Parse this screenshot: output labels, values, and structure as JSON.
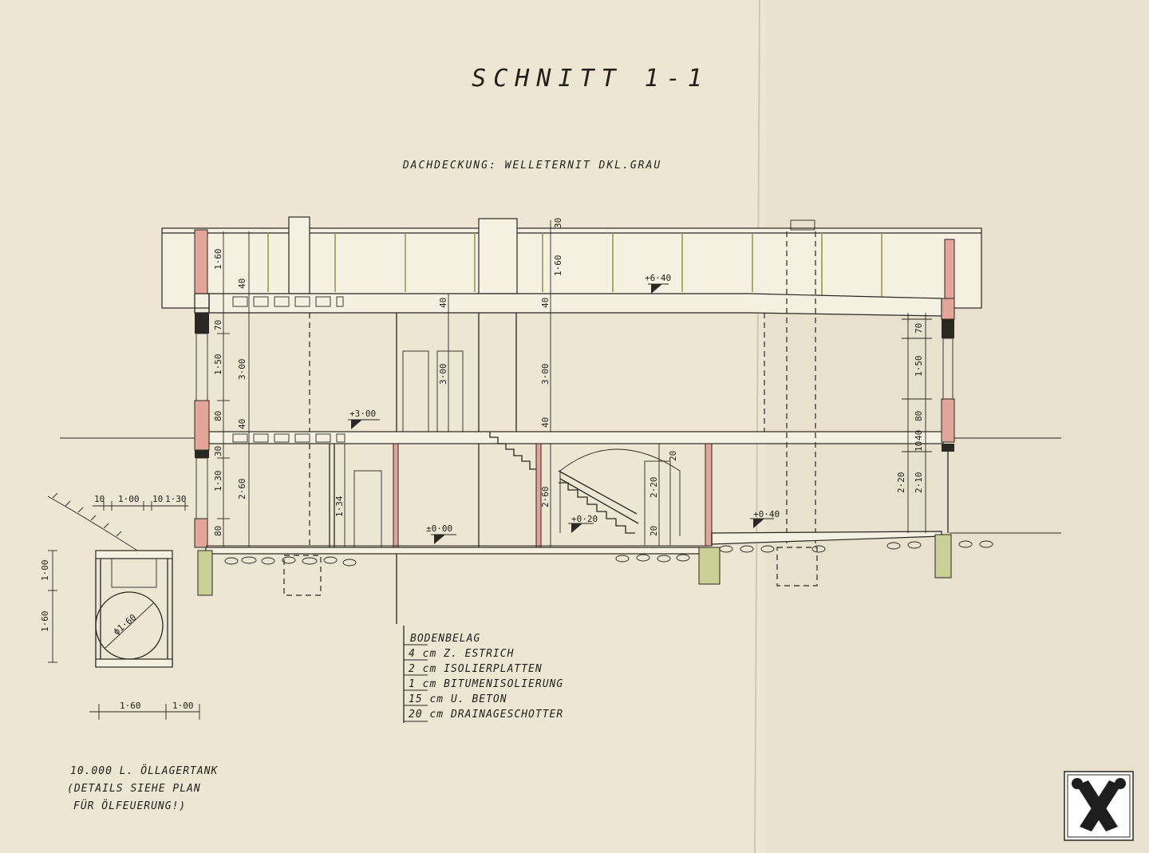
{
  "drawing": {
    "title": "SCHNITT 1-1",
    "roof_note": "DACHDECKUNG: WELLETERNIT DKL.GRAU",
    "levels": [
      "+6·40",
      "+3·00",
      "±0·00",
      "+0·20",
      "+0·40"
    ],
    "dims_left": [
      "1·60",
      "40",
      "70",
      "1·50",
      "80",
      "40",
      "30",
      "1·30",
      "3·00",
      "2·60",
      "80"
    ],
    "dims_middle": [
      "40",
      "3·00",
      "40",
      "3·00",
      "1·60",
      "30",
      "1·34",
      "2·60",
      "2·20",
      "20",
      "20",
      "40"
    ],
    "dims_right": [
      "70",
      "1·50",
      "80",
      "40",
      "10",
      "2·20",
      "2·10"
    ],
    "tank_dims": [
      "10",
      "1·00",
      "10",
      "1·30",
      "1·00",
      "1·60",
      "1·60",
      "1·00"
    ],
    "tank_diameter": "ϕ1·60",
    "floor_build_up": {
      "heading": "BODENBELAG",
      "layers": [
        "4 cm Z. ESTRICH",
        "2 cm ISOLIERPLATTEN",
        "1 cm BITUMENISOLIERUNG",
        "15 cm U. BETON",
        "20 cm DRAINAGESCHOTTER"
      ]
    },
    "tank_note": [
      "10.000 L. ÖLLAGERTANK",
      "(DETAILS SIEHE PLAN",
      "FÜR ÖLFEUERUNG!)"
    ]
  },
  "colors": {
    "paper": "#ece6d3",
    "ink": "#23201c",
    "brick": "#e2a59a",
    "foundation": "#c9cf95",
    "logo_bg": "#ffffff"
  },
  "logo": {
    "icon": "raiffeisen-gable-cross-icon"
  }
}
